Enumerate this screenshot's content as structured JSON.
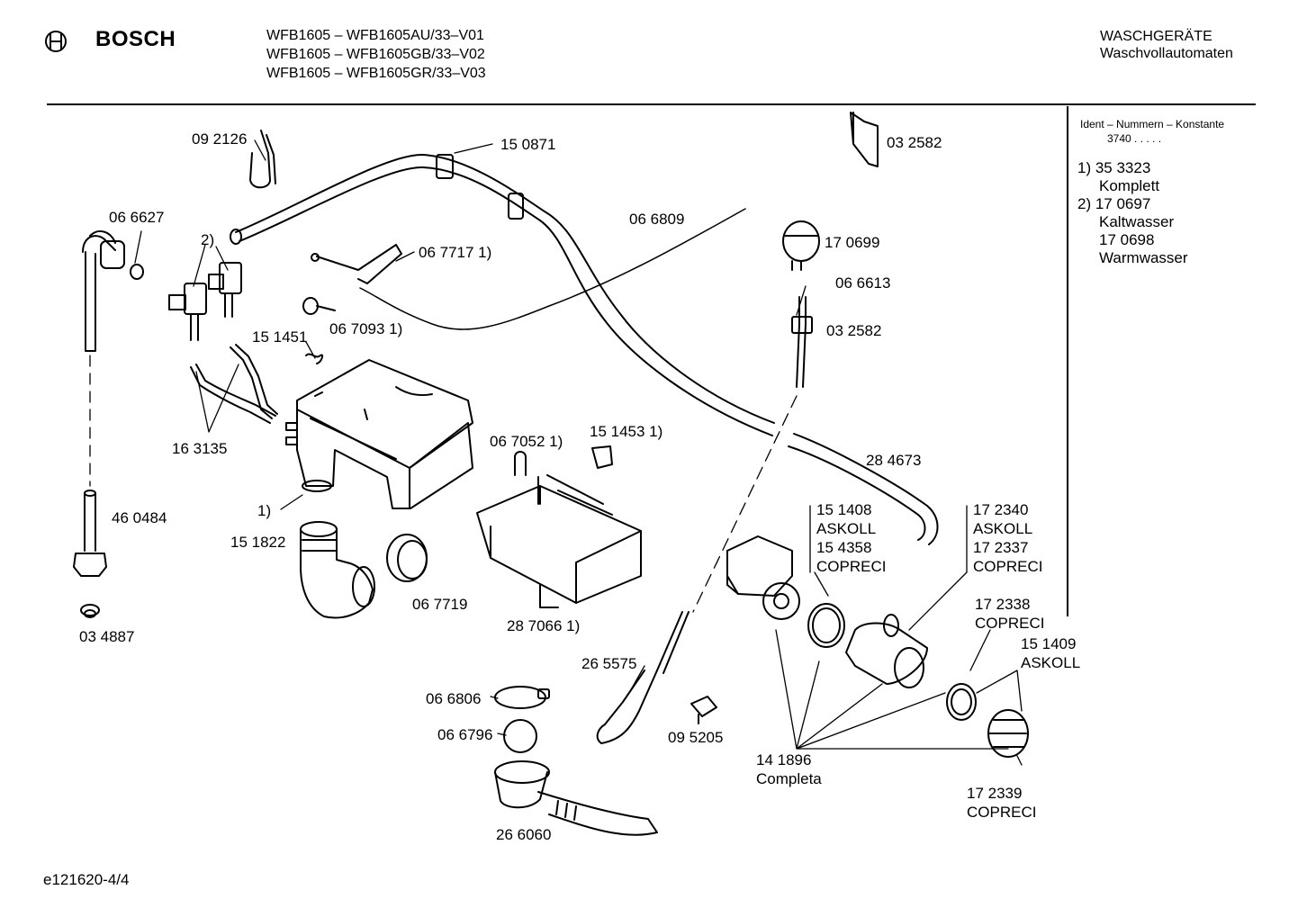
{
  "header": {
    "brand": "BOSCH",
    "models": [
      "WFB1605 – WFB1605AU/33–V01",
      "WFB1605 – WFB1605GB/33–V02",
      "WFB1605 – WFB1605GR/33–V03"
    ],
    "category": "WASCHGERÄTE",
    "subcategory": "Waschvollautomaten"
  },
  "side_panel": {
    "title": "Ident – Nummern – Konstante",
    "code": "3740  .  .  .  .  .",
    "lines": [
      "1)  35 3323",
      "Komplett",
      "2)  17 0697",
      "Kaltwasser",
      "17 0698",
      "Warmwasser"
    ]
  },
  "parts": {
    "p092126": "09 2126",
    "p150871": "15 0871",
    "p032582a": "03 2582",
    "p066627": "06 6627",
    "p2": "2)",
    "p066809": "06 6809",
    "p067717": "06 7717 1)",
    "p170699": "17 0699",
    "p066613": "06 6613",
    "p067093": "06 7093 1)",
    "p151451": "15 1451",
    "p032582b": "03 2582",
    "p163135": "16 3135",
    "p067052": "06 7052 1)",
    "p151453": "15 1453 1)",
    "p284673": "28 4673",
    "p460484": "46 0484",
    "p1": "1)",
    "p151822": "15 1822",
    "p151408": [
      "15 1408",
      "ASKOLL",
      "15 4358",
      "COPRECI"
    ],
    "p172340": [
      "17 2340",
      "ASKOLL",
      "17 2337",
      "COPRECI"
    ],
    "p067719": "06 7719",
    "p287066": "28 7066 1)",
    "p034887": "03 4887",
    "p172338": [
      "17 2338",
      "COPRECI"
    ],
    "p151409": [
      "15 1409",
      "ASKOLL"
    ],
    "p265575": "26 5575",
    "p066806": "06 6806",
    "p066796": "06 6796",
    "p095205": "09 5205",
    "p141896": [
      "14 1896",
      "Completa"
    ],
    "p172339": [
      "17 2339",
      "COPRECI"
    ],
    "p266060": "26 6060"
  },
  "footer": {
    "code": "e121620-4/4"
  }
}
